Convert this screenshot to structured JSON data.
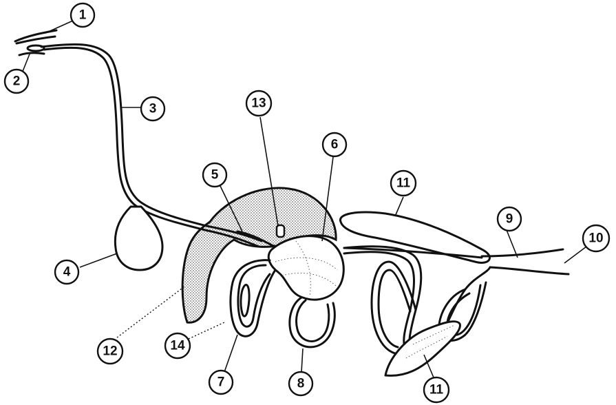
{
  "labels": {
    "l1": "1",
    "l2": "2",
    "l3": "3",
    "l4": "4",
    "l5": "5",
    "l6": "6",
    "l7": "7",
    "l8": "8",
    "l9": "9",
    "l10": "10",
    "l11a": "11",
    "l11b": "11",
    "l12": "12",
    "l13": "13",
    "l14": "14"
  },
  "colors": {
    "line": "#111111",
    "stipple": "#7a7a7a",
    "background": "#ffffff"
  }
}
